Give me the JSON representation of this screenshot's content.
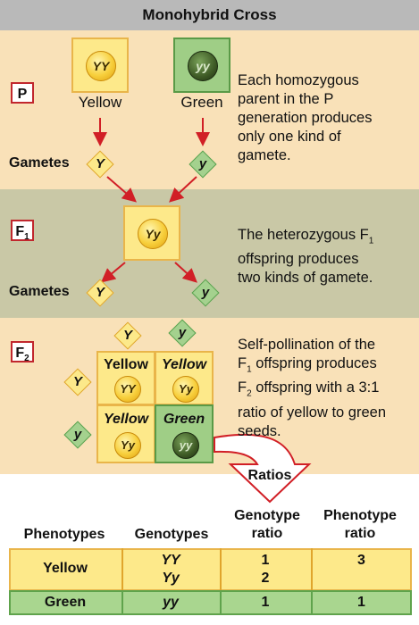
{
  "title": "Monohybrid Cross",
  "p_generation": {
    "label": "P",
    "yellow_parent": {
      "genotype": "YY",
      "label": "Yellow"
    },
    "green_parent": {
      "genotype": "yy",
      "label": "Green"
    },
    "gametes_label": "Gametes",
    "gamete_yellow": "Y",
    "gamete_green": "y",
    "description": [
      "Each homozygous",
      "parent in the P",
      "generation produces",
      "only one kind of",
      "gamete."
    ]
  },
  "f1_generation": {
    "label": "F",
    "label_sub": "1",
    "genotype": "Yy",
    "gametes_label": "Gametes",
    "gamete_1": "Y",
    "gamete_2": "y",
    "description": {
      "line1": "The heterozygous F",
      "line1_sub": "1",
      "line2": "offspring produces",
      "line3": "two kinds of gamete."
    }
  },
  "f2_generation": {
    "label": "F",
    "label_sub": "2",
    "top_gametes": [
      "Y",
      "y"
    ],
    "side_gametes": [
      "Y",
      "y"
    ],
    "cells": [
      {
        "phenotype": "Yellow",
        "genotype": "YY",
        "color": "yellow"
      },
      {
        "phenotype": "Yellow",
        "genotype": "Yy",
        "color": "yellow"
      },
      {
        "phenotype": "Yellow",
        "genotype": "Yy",
        "color": "yellow"
      },
      {
        "phenotype": "Green",
        "genotype": "yy",
        "color": "green"
      }
    ],
    "description": {
      "line1": "Self-pollination of the",
      "line2_pre": "F",
      "line2_sub": "1",
      "line2_post": " offspring produces",
      "line3_pre": "F",
      "line3_sub": "2",
      "line3_post": " offspring with a 3:1",
      "line4": "ratio of yellow to green",
      "line5": "seeds."
    },
    "ratios_label": "Ratios"
  },
  "table": {
    "headers": {
      "phenotypes": "Phenotypes",
      "genotypes": "Genotypes",
      "genotype_ratio": [
        "Genotype",
        "ratio"
      ],
      "phenotype_ratio": [
        "Phenotype",
        "ratio"
      ]
    },
    "rows": [
      {
        "phenotype": "Yellow",
        "genotypes": [
          "YY",
          "Yy"
        ],
        "genotype_ratio": [
          "1",
          "2"
        ],
        "phenotype_ratio": "3"
      },
      {
        "phenotype": "Green",
        "genotypes": [
          "yy"
        ],
        "genotype_ratio": [
          "1"
        ],
        "phenotype_ratio": "1"
      }
    ]
  },
  "colors": {
    "band_tan": "#f9e1b8",
    "band_olive": "#c9c8a6",
    "title_gray": "#b9b9b9",
    "arrow_red": "#d11f26",
    "yellow_fill": "#fde98a",
    "green_fill": "#9fce86"
  },
  "icons": [
    "yellow-pea-icon",
    "green-pea-icon",
    "gamete-diamond-icon",
    "red-arrow-icon",
    "ratios-arrow-icon"
  ]
}
